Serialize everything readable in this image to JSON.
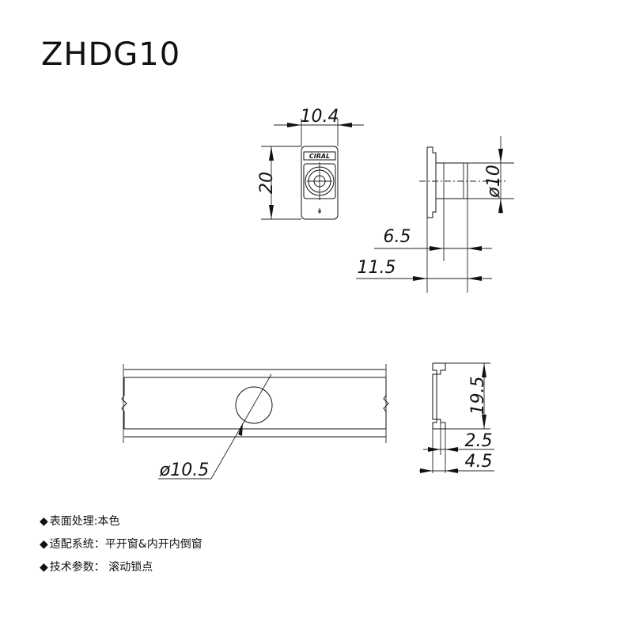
{
  "title": "ZHDG10",
  "logo_text": "CIRAL",
  "dimensions": {
    "top_width": "10.4",
    "height": "20",
    "diameter_small": "ø10",
    "depth_a": "6.5",
    "depth_b": "11.5",
    "hole_diameter": "ø10.5",
    "profile_height": "19.5",
    "thick_a": "2.5",
    "thick_b": "4.5"
  },
  "specs": [
    {
      "bullet": "◆",
      "text": "表面处理:本色"
    },
    {
      "bullet": "◆",
      "text": "适配系统：平开窗&内开内倒窗"
    },
    {
      "bullet": "◆",
      "text": "技术参数： 滚动锁点"
    }
  ]
}
